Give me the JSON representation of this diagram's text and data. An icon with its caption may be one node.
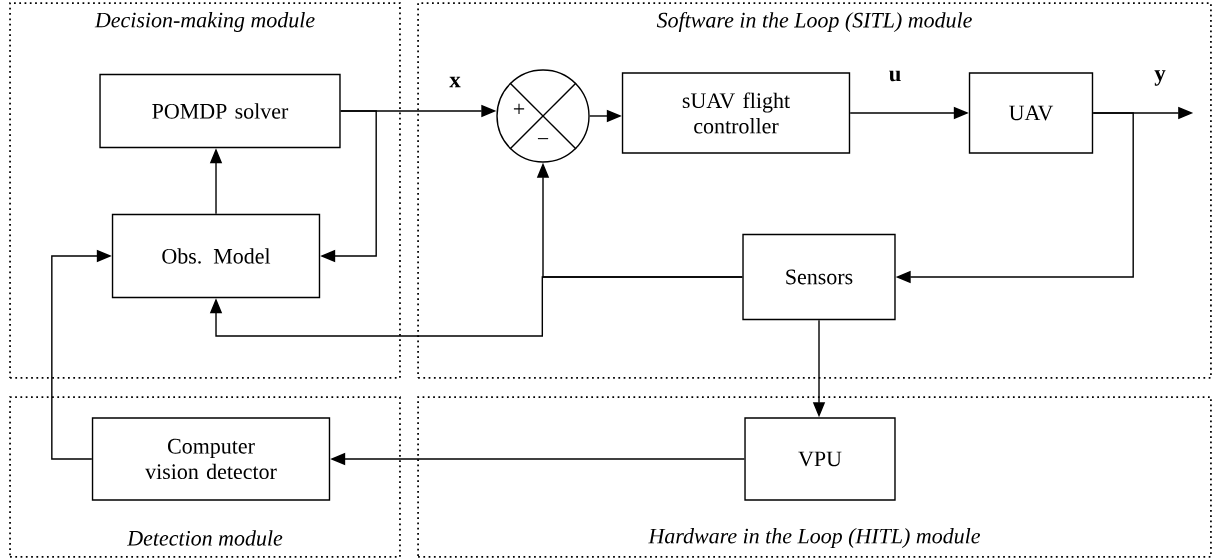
{
  "diagram": {
    "nodes": [
      {
        "text": [
          "Decision-making module"
        ]
      },
      {
        "text": [
          "Software in the Loop (SITL) module"
        ]
      },
      {
        "text": [
          "POMDP solver"
        ],
        "in": 0
      },
      {
        "text": [
          "Obs. Model"
        ],
        "in": 0
      },
      {
        "text": [
          "+",
          "−"
        ],
        "in": 1
      },
      {
        "text": [
          "sUAV flight controller"
        ],
        "in": 1
      },
      {
        "text": [
          "UAV"
        ],
        "in": 1
      },
      {
        "text": [
          "Sensors"
        ],
        "in": 1
      },
      {
        "text": [
          "Detection module"
        ]
      },
      {
        "text": [
          "Hardware in the Loop (HITL) module"
        ]
      },
      {
        "text": [
          "Computer vision detector"
        ],
        "in": 8
      },
      {
        "text": [
          "VPU"
        ],
        "in": 9
      }
    ],
    "edges": [
      {
        "from": 2,
        "to": 4,
        "arrow": "to",
        "label": "x"
      },
      {
        "from": 2,
        "to": 3,
        "arrow": "to"
      },
      {
        "from": 3,
        "to": 2,
        "arrow": "to"
      },
      {
        "from": 4,
        "to": 5,
        "arrow": "to"
      },
      {
        "from": 5,
        "to": 6,
        "arrow": "to",
        "label": "u"
      },
      {
        "from": 6,
        "to": null,
        "arrow": "to",
        "label": "y"
      },
      {
        "from": 6,
        "to": 7,
        "arrow": "to"
      },
      {
        "from": 7,
        "to": 4,
        "arrow": "to"
      },
      {
        "from": 7,
        "to": 3,
        "arrow": "to"
      },
      {
        "from": 7,
        "to": 11,
        "arrow": "to"
      },
      {
        "from": 11,
        "to": 10,
        "arrow": "to"
      },
      {
        "from": 10,
        "to": 3,
        "arrow": "to"
      }
    ]
  }
}
